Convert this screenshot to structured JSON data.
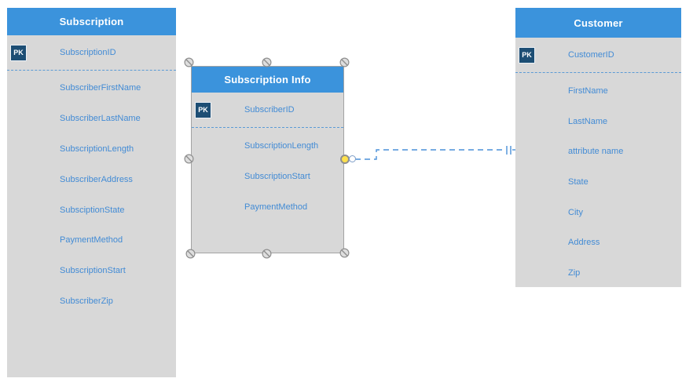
{
  "tables": [
    {
      "title": "Subscription",
      "pk_badge": "PK",
      "primary_key": "SubscriptionID",
      "fields": [
        "SubscriberFirstName",
        "SubscriberLastName",
        "SubscriptionLength",
        "SubscriberAddress",
        "SubsciptionState",
        "PaymentMethod",
        "SubscriptionStart",
        "SubscriberZip"
      ]
    },
    {
      "title": "Subscription Info",
      "pk_badge": "PK",
      "primary_key": "SubscriberID",
      "fields": [
        "SubscriptionLength",
        "SubscriptionStart",
        "PaymentMethod"
      ],
      "selected": true
    },
    {
      "title": "Customer",
      "pk_badge": "PK",
      "primary_key": "CustomerID",
      "fields": [
        "FirstName",
        "LastName",
        "attribute name",
        "State",
        "City",
        "Address",
        "Zip"
      ]
    }
  ],
  "relationship": {
    "from": "Subscription Info",
    "to": "Customer",
    "line_style": "dashed",
    "end_marker": "one-and-only-one"
  },
  "colors": {
    "header": "#3B93DC",
    "body": "#D8D8D8",
    "field_text": "#428BD5",
    "pk_badge_bg": "#1D4E74",
    "separator": "#5B9BD5",
    "connector": "#4A90D9",
    "control_handle": "#FFE14D"
  }
}
